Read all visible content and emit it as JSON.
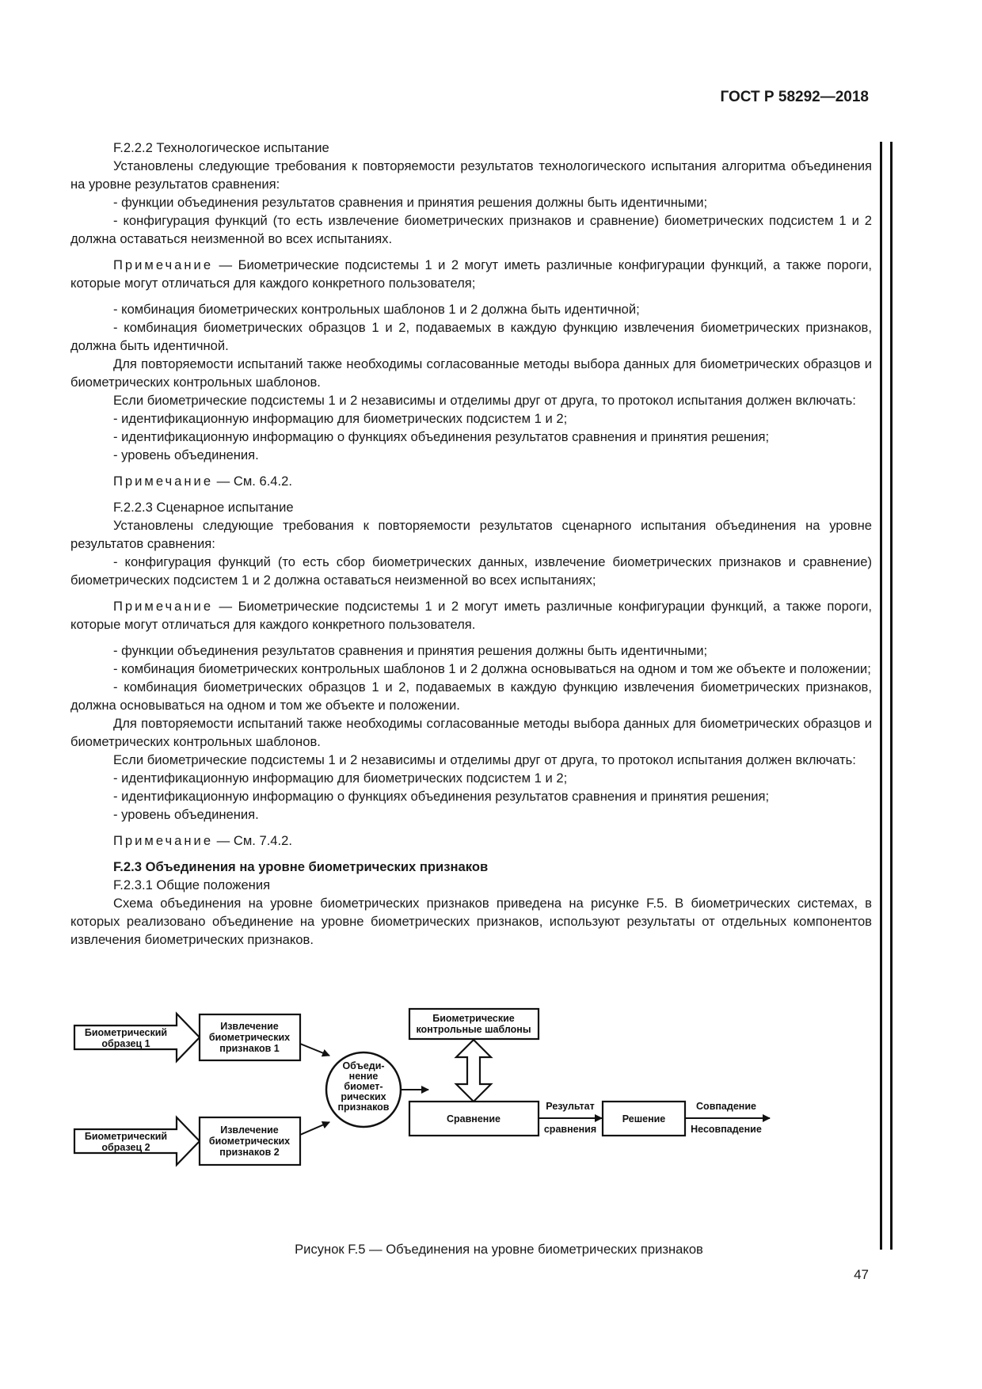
{
  "header": "ГОСТ Р 58292—2018",
  "body": {
    "p1": "F.2.2.2 Технологическое испытание",
    "p2": "Установлены следующие требования к повторяемости результатов технологического испытания алгоритма объединения на уровне результатов сравнения:",
    "p3": "- функции объединения результатов сравнения и принятия решения должны быть идентичными;",
    "p4": "- конфигурация функций (то есть извлечение биометрических признаков и сравнение) биометрических подсистем 1 и 2 должна оставаться неизменной во всех испытаниях.",
    "note1_label": "Примечание",
    "note1_text": " — Биометрические подсистемы 1 и 2 могут иметь различные конфигурации функций, а также пороги, которые могут отличаться для каждого конкретного пользователя;",
    "p5": "- комбинация биометрических контрольных шаблонов 1 и 2 должна быть идентичной;",
    "p6": "- комбинация биометрических образцов 1 и 2, подаваемых в каждую функцию извлечения биометрических признаков, должна быть идентичной.",
    "p7": "Для повторяемости испытаний также необходимы согласованные методы выбора данных для биометрических образцов и биометрических контрольных шаблонов.",
    "p8": "Если биометрические подсистемы 1 и 2 независимы и отделимы друг от друга, то протокол испытания должен включать:",
    "p9": "- идентификационную информацию для биометрических подсистем 1 и 2;",
    "p10": "- идентификационную информацию о функциях объединения результатов сравнения и принятия решения;",
    "p11": "- уровень объединения.",
    "note2_label": "Примечание",
    "note2_text": " — См. 6.4.2.",
    "p12": "F.2.2.3 Сценарное испытание",
    "p13": "Установлены следующие требования к повторяемости результатов сценарного испытания объединения на уровне результатов сравнения:",
    "p14": "- конфигурация функций (то есть сбор биометрических данных, извлечение биометрических признаков и сравнение) биометрических подсистем 1 и 2 должна оставаться неизменной во всех испытаниях;",
    "note3_label": "Примечание",
    "note3_text": " — Биометрические подсистемы 1 и 2 могут иметь различные конфигурации функций, а также пороги, которые могут отличаться для каждого конкретного пользователя.",
    "p15": "- функции объединения результатов сравнения и принятия решения должны быть идентичными;",
    "p16": "- комбинация биометрических контрольных шаблонов 1 и 2 должна основываться на одном и том же объекте и положении;",
    "p17": "- комбинация биометрических образцов 1 и 2, подаваемых в каждую функцию извлечения биометрических признаков, должна основываться на одном и том же объекте и положении.",
    "p18": "Для повторяемости испытаний также необходимы согласованные методы выбора данных для биометрических образцов и биометрических контрольных шаблонов.",
    "p19": "Если биометрические подсистемы 1 и 2 независимы и отделимы друг от друга, то протокол испытания должен включать:",
    "p20": "- идентификационную информацию для биометрических подсистем 1 и 2;",
    "p21": "- идентификационную информацию о функциях объединения результатов сравнения и принятия решения;",
    "p22": "- уровень объединения.",
    "note4_label": "Примечание",
    "note4_text": " — См. 7.4.2.",
    "section": "F.2.3 Объединения на уровне биометрических признаков",
    "p23": "F.2.3.1 Общие положения",
    "p24": "Схема объединения на уровне биометрических признаков приведена на рисунке F.5. В биометрических системах, в которых реализовано объединение на уровне биометрических признаков, используют результаты от отдельных компонентов извлечения биометрических признаков."
  },
  "figure": {
    "sample1": [
      "Биометрический",
      "образец 1"
    ],
    "sample2": [
      "Биометрический",
      "образец 2"
    ],
    "extract1": [
      "Извлечение",
      "биометрических",
      "признаков 1"
    ],
    "extract2": [
      "Извлечение",
      "биометрических",
      "признаков 2"
    ],
    "fusion": [
      "Объеди-",
      "нение",
      "биомет-",
      "рических",
      "признаков"
    ],
    "templates": [
      "Биометрические",
      "контрольные шаблоны"
    ],
    "comparison": "Сравнение",
    "result_top": "Результат",
    "result_bottom": "сравнения",
    "decision": "Решение",
    "match": "Совпадение",
    "nonmatch": "Несовпадение",
    "caption": "Рисунок F.5 — Объединения на уровне биометрических признаков"
  },
  "page_number": "47"
}
